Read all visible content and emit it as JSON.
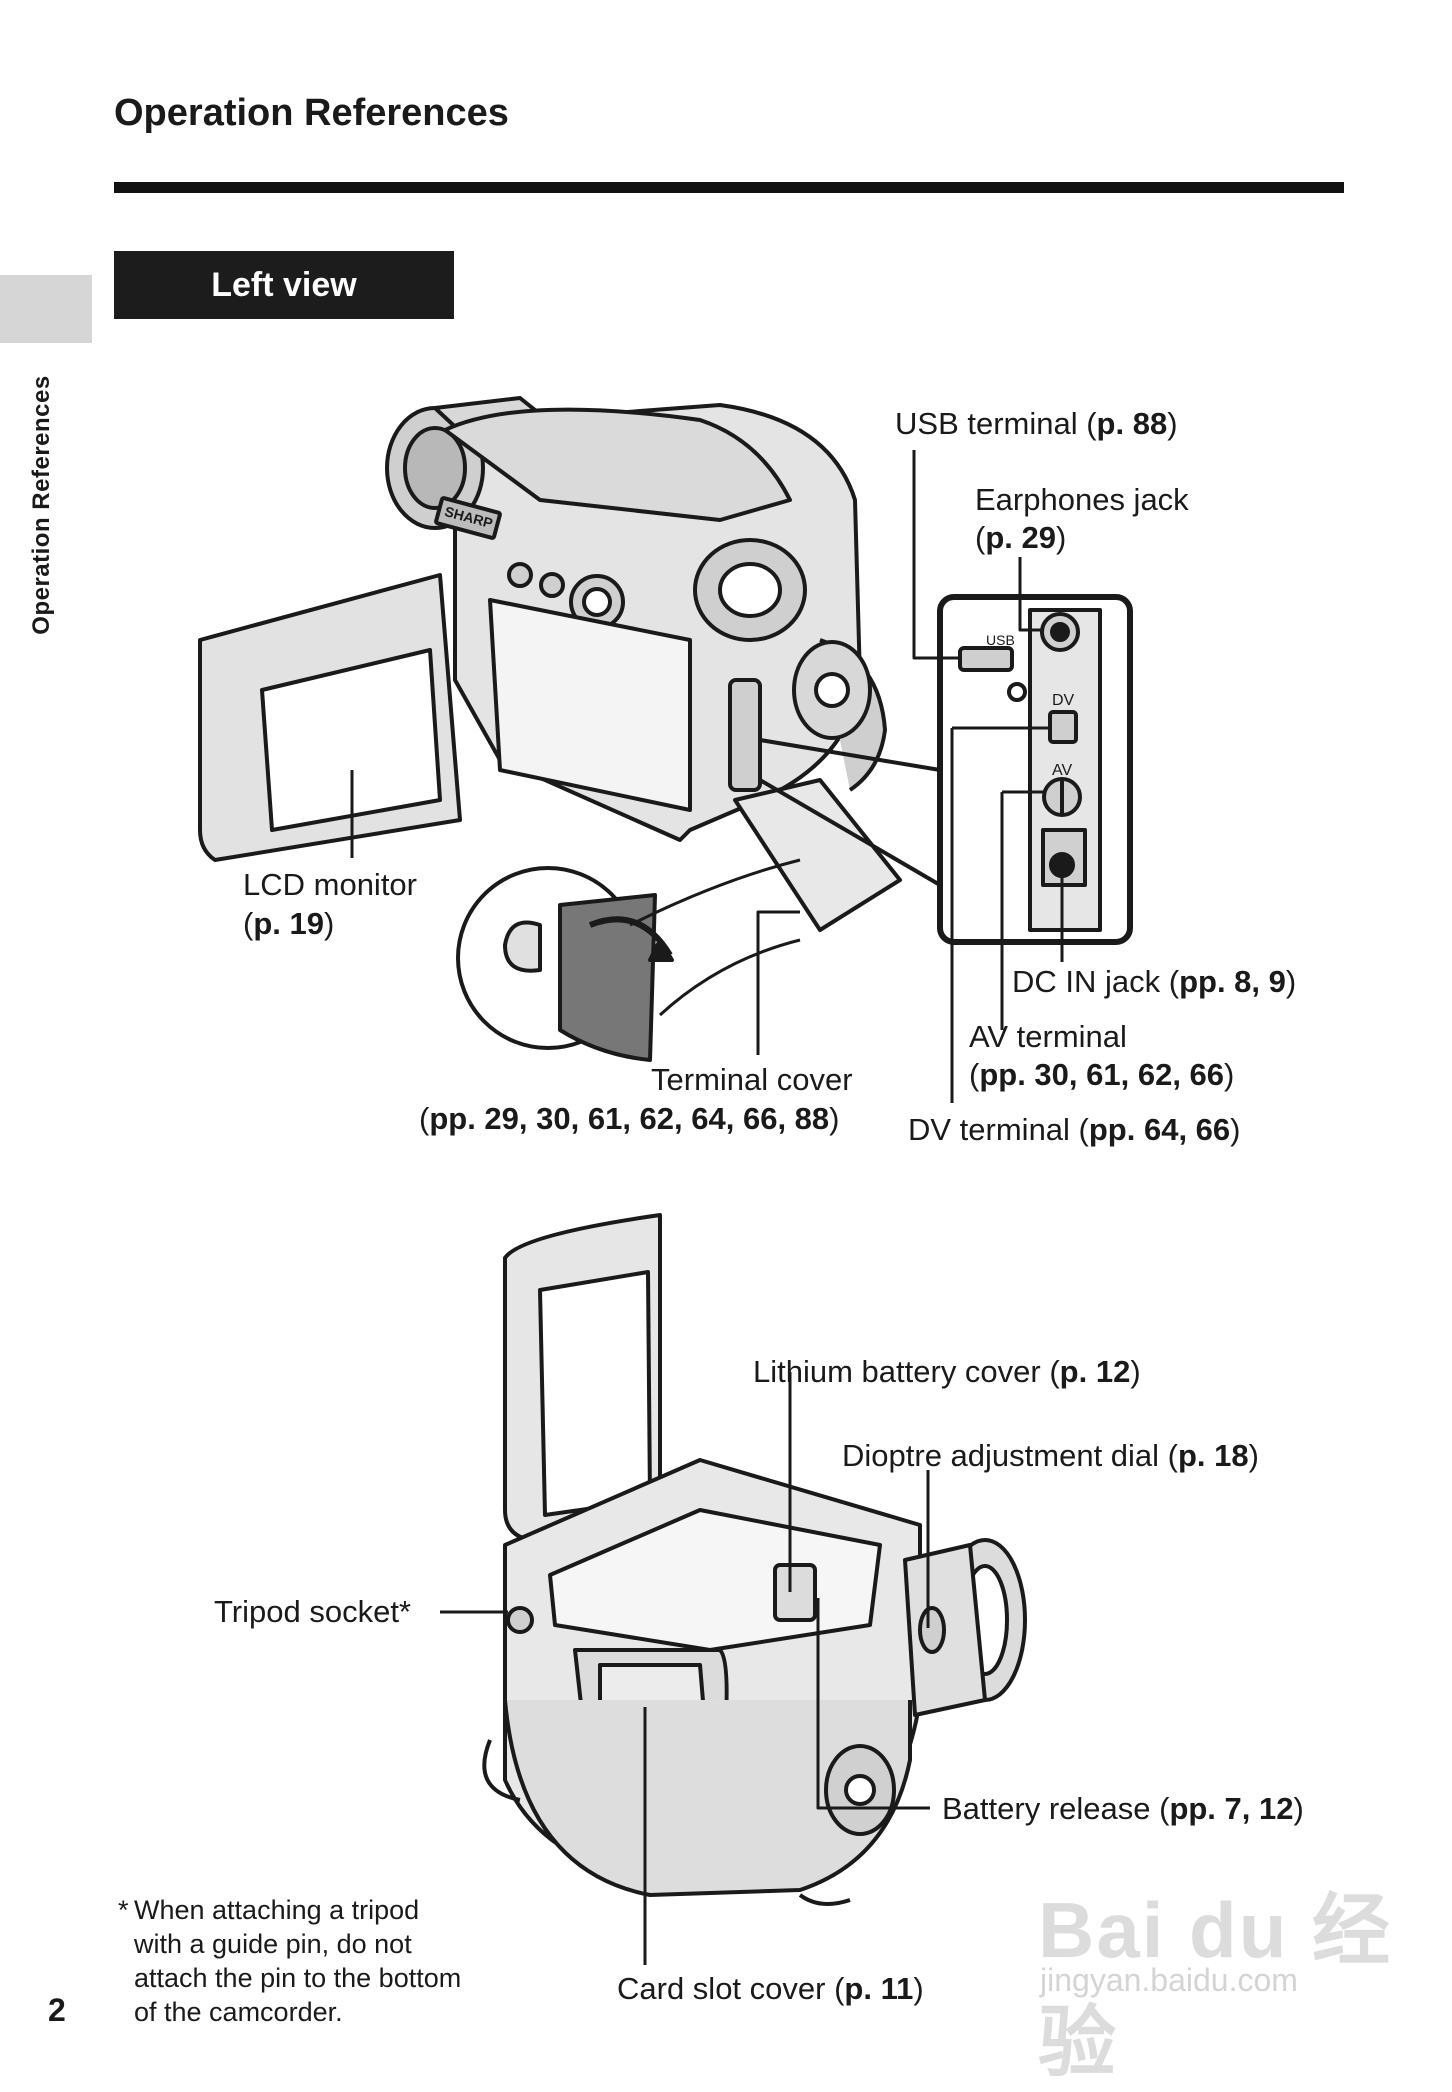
{
  "header": {
    "title": "Operation References"
  },
  "section": {
    "badge": "Left view"
  },
  "side_tab": {
    "label": "Operation References"
  },
  "labels": {
    "usb": {
      "text": "USB terminal (",
      "page": "p. 88",
      "close": ")"
    },
    "earphones_1": "Earphones jack",
    "earphones_2": {
      "open": "(",
      "page": "p. 29",
      "close": ")"
    },
    "lcd_1": "LCD monitor",
    "lcd_2": {
      "open": "(",
      "page": "p. 19",
      "close": ")"
    },
    "dcin": {
      "text": "DC IN jack  (",
      "page": "pp. 8, 9",
      "close": ")"
    },
    "av_1": "AV terminal",
    "av_2": {
      "open": "(",
      "page": "pp. 30, 61, 62, 66",
      "close": ")"
    },
    "terminal_cover_1": "Terminal cover",
    "terminal_cover_2": {
      "open": "(",
      "page": "pp. 29, 30, 61, 62, 64, 66, 88",
      "close": ")"
    },
    "dv": {
      "text": "DV terminal (",
      "page": "pp. 64, 66",
      "close": ")"
    },
    "lithium": {
      "text": "Lithium battery cover (",
      "page": "p. 12",
      "close": ")"
    },
    "dioptre": {
      "text": "Dioptre adjustment dial (",
      "page": "p. 18",
      "close": ")"
    },
    "tripod": "Tripod socket*",
    "battery_release": {
      "text": "Battery release (",
      "page": "pp. 7, 12",
      "close": ")"
    },
    "card_slot": {
      "text": "Card slot cover (",
      "page": "p. 11",
      "close": ")"
    }
  },
  "panel_marks": {
    "usb": "USB",
    "dv": "DV",
    "av": "AV",
    "brand": "SHARP"
  },
  "footnote": {
    "star": "*",
    "lines": [
      "When attaching a tripod",
      "with a guide pin, do not",
      "attach the pin to the bottom",
      "of the camcorder."
    ]
  },
  "page_number": "2",
  "watermark": {
    "logo": "Bai du 经验",
    "url": "jingyan.baidu.com"
  }
}
